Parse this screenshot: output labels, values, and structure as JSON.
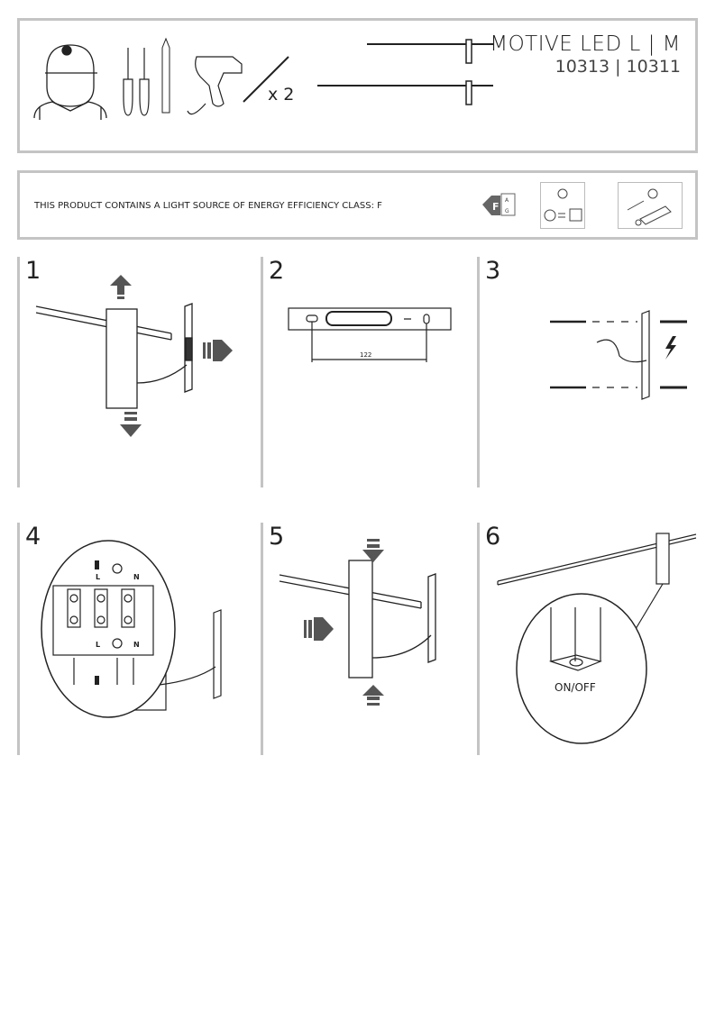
{
  "header": {
    "product_title": "MOTIVE LED L | M",
    "product_codes": "10313 | 10311",
    "tools_quantity": "x 2"
  },
  "energy": {
    "text": "THIS PRODUCT CONTAINS A LIGHT SOURCE OF ENERGY EFFICIENCY CLASS: F",
    "class_label": "F",
    "scale_top": "A",
    "scale_bottom": "G"
  },
  "steps": [
    {
      "number": "1"
    },
    {
      "number": "2",
      "dimension": "122"
    },
    {
      "number": "3"
    },
    {
      "number": "4",
      "terminals": [
        "L",
        "N",
        "L",
        "N"
      ]
    },
    {
      "number": "5"
    },
    {
      "number": "6",
      "switch_label": "ON/OFF"
    }
  ],
  "colors": {
    "border": "#c4c4c4",
    "arrow": "#555555",
    "line": "#222222"
  }
}
